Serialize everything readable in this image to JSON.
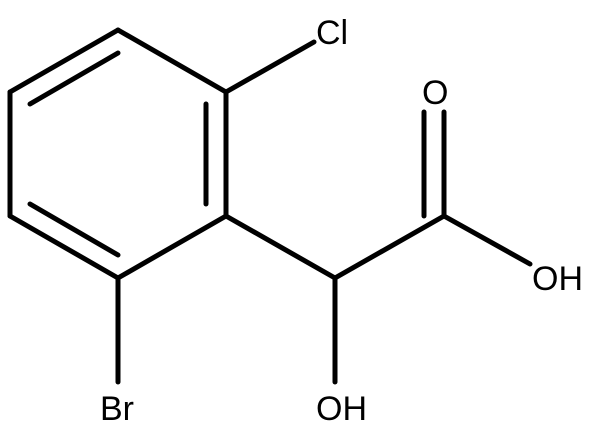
{
  "molecule": {
    "atoms": {
      "chlorine": "Cl",
      "bromine": "Br",
      "carbonyl_oxygen": "O",
      "acid_hydroxyl": "OH",
      "alpha_hydroxyl": "OH"
    }
  }
}
